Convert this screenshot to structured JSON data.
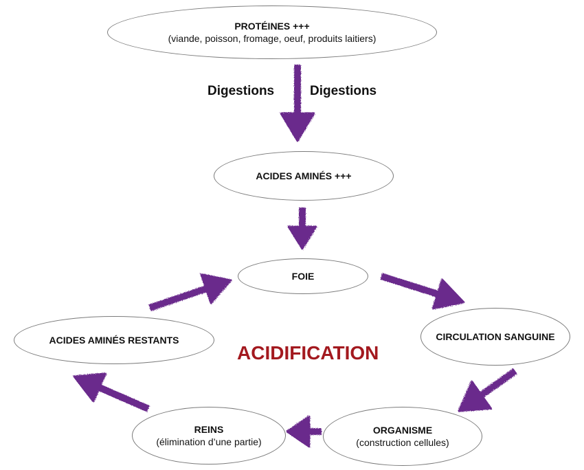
{
  "diagram": {
    "nodes": {
      "proteines": {
        "title": "PROTÉINES +++",
        "subtitle": "(viande, poisson, fromage, oeuf, produits laitiers)"
      },
      "acides_amines": {
        "title": "ACIDES AMINÉS +++"
      },
      "foie": {
        "title": "FOIE"
      },
      "circulation": {
        "title": "CIRCULATION SANGUINE"
      },
      "organisme": {
        "title": "ORGANISME",
        "subtitle": "(construction cellules)"
      },
      "reins": {
        "title": "REINS",
        "subtitle": "(élimination d’une partie)"
      },
      "restants": {
        "title": "ACIDES AMINÉS RESTANTS"
      }
    },
    "labels": {
      "digestion_left": "Digestions",
      "digestion_right": "Digestions",
      "center": "ACIDIFICATION"
    },
    "edges": [
      {
        "from": "proteines",
        "to": "acides_amines"
      },
      {
        "from": "acides_amines",
        "to": "foie"
      },
      {
        "from": "foie",
        "to": "circulation"
      },
      {
        "from": "circulation",
        "to": "organisme"
      },
      {
        "from": "organisme",
        "to": "reins"
      },
      {
        "from": "reins",
        "to": "restants"
      },
      {
        "from": "restants",
        "to": "foie"
      }
    ],
    "colors": {
      "arrow": "#6b2a8c",
      "center_label": "#a3191f",
      "node_border": "#7a7a7a"
    }
  }
}
